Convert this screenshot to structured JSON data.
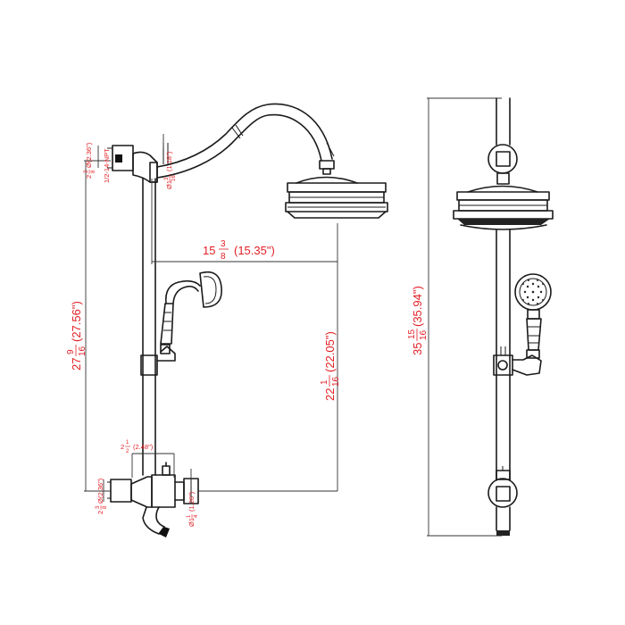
{
  "colors": {
    "dimension_text": "#e31e24",
    "line": "#1a1a1a",
    "background": "#ffffff"
  },
  "left_view": {
    "arm_width": {
      "whole": "15",
      "num": "3",
      "den": "8",
      "metric": "(15.35\")"
    },
    "total_height": {
      "whole": "27",
      "num": "9",
      "den": "16",
      "metric": "(27.56\")"
    },
    "spout_height": {
      "whole": "22",
      "num": "1",
      "den": "16",
      "metric": "(22.05\")"
    },
    "top_centers": {
      "whole": "2",
      "num": "3",
      "den": "8",
      "dia": "Ø",
      "metric": "(2.36\")"
    },
    "thread": "1/2-14-NPT",
    "top_pipe": {
      "dia": "Ø1",
      "num": "3",
      "den": "16",
      "metric": "(1.18\")"
    },
    "mixer_width": {
      "whole": "2",
      "num": "1",
      "den": "2",
      "metric": "(2.48\")"
    },
    "bottom_centers": {
      "whole": "2",
      "num": "3",
      "den": "8",
      "dia": "Ø",
      "metric": "(2.36\")"
    },
    "bottom_pipe": {
      "dia": "Ø1",
      "num": "1",
      "den": "4",
      "metric": "(1.26\")"
    }
  },
  "right_view": {
    "overall_height": {
      "whole": "35",
      "num": "15",
      "den": "16",
      "metric": "(35.94\")"
    }
  }
}
